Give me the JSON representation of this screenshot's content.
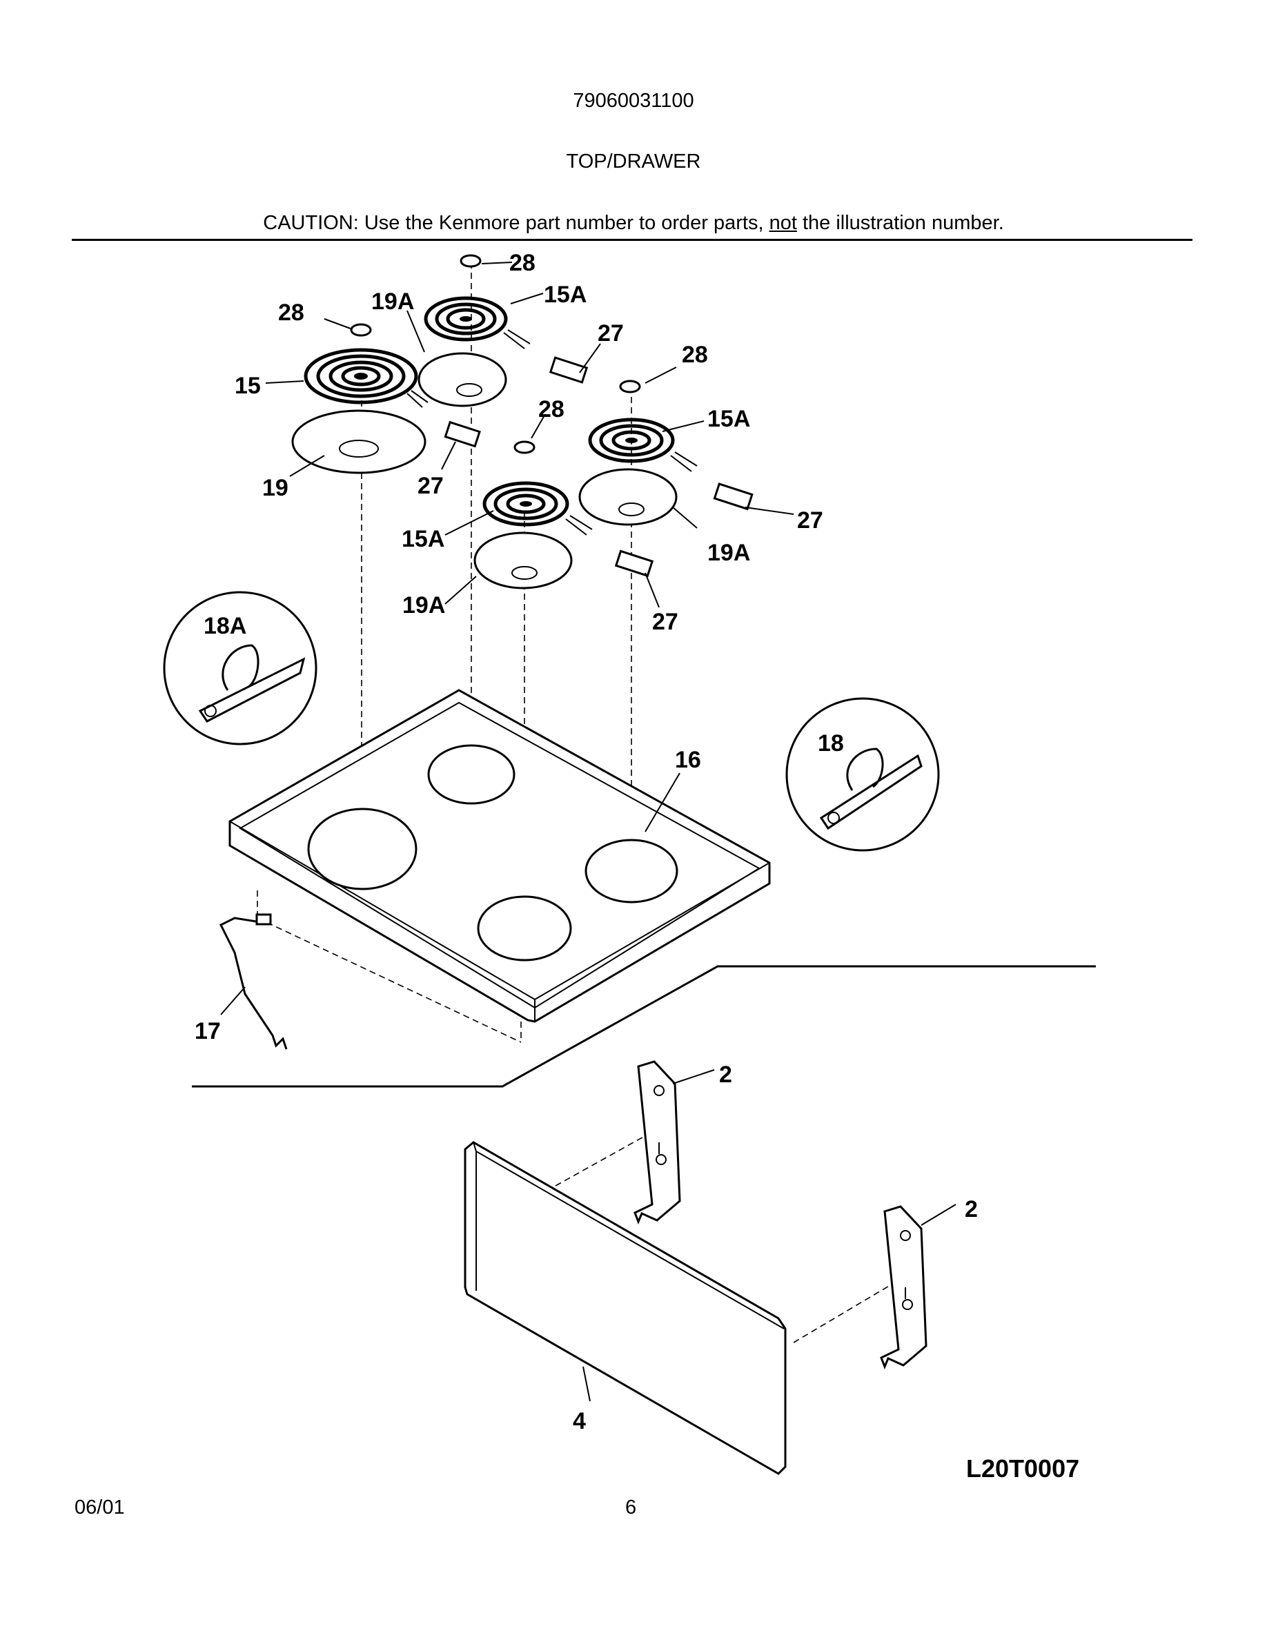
{
  "header": {
    "model_number": "79060031100",
    "section_title": "TOP/DRAWER",
    "caution_before": "CAUTION: Use the Kenmore part number to order parts, ",
    "caution_underlined": "not",
    "caution_after": " the illustration number."
  },
  "callouts": {
    "c28_top": "28",
    "c15a_top": "15A",
    "c19a_top": "19A",
    "c28_left": "28",
    "c27_top": "27",
    "c28_right": "28",
    "c15": "15",
    "c28_mid": "28",
    "c15a_right": "15A",
    "c19": "19",
    "c27_left": "27",
    "c15a_mid": "15A",
    "c27_right": "27",
    "c19a_right": "19A",
    "c19a_mid": "19A",
    "c27_mid": "27",
    "c18a": "18A",
    "c16": "16",
    "c18": "18",
    "c17": "17",
    "c2_left": "2",
    "c2_right": "2",
    "c4": "4"
  },
  "illustration_code": "L20T0007",
  "footer": {
    "date": "06/01",
    "page_number": "6"
  }
}
